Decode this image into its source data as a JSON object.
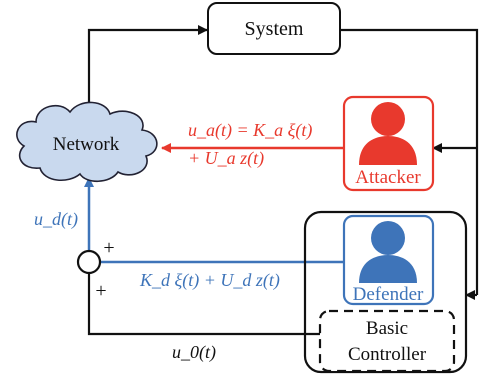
{
  "nodes": {
    "system": "System",
    "network": "Network",
    "attacker": "Attacker",
    "defender": "Defender",
    "controller_line1": "Basic",
    "controller_line2": "Controller"
  },
  "labels": {
    "attack_signal_line1": "u_a(t) = K_a ξ(t)",
    "attack_signal_line2": "+ U_a z(t)",
    "defense_signal": "K_d ξ(t) + U_d z(t)",
    "network_input": "u_d(t)",
    "basic_control": "u_0(t)",
    "sum_plus_top": "+",
    "sum_plus_bottom": "+"
  },
  "colors": {
    "attacker": "#e8392d",
    "defender": "#3e74b9",
    "network_fill": "#c9d9ee",
    "black": "#111111"
  },
  "icons": {
    "attacker": "person-icon",
    "defender": "person-icon",
    "network": "cloud-icon"
  }
}
